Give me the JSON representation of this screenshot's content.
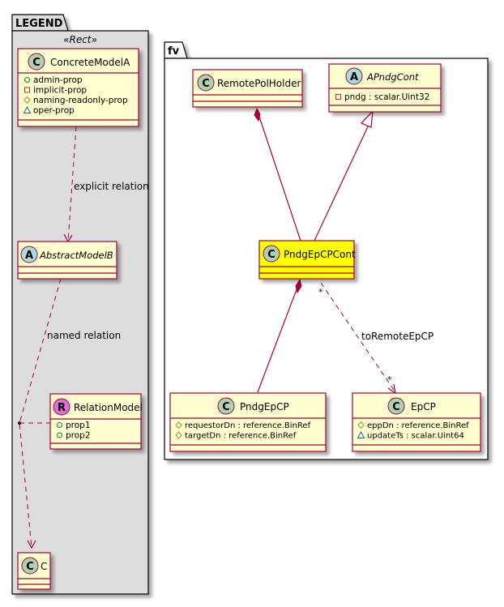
{
  "colors": {
    "border": "#A80036",
    "class_fill": "#FEFECE",
    "highlight_fill": "#FFFF00",
    "legend_fill": "#DDDDDD",
    "package_fill": "#FFFFFF",
    "circle_C": "#ADD1B2",
    "circle_A": "#A9DCDF",
    "circle_R": "#DA70D6",
    "vis_public": "#038048",
    "vis_private": "#C82930",
    "vis_protected": "#B38D22",
    "vis_package": "#1963A0"
  },
  "legend": {
    "package_name": "LEGEND",
    "stereotype": "«Rect»",
    "concrete_model": {
      "badge": "C",
      "name": "ConcreteModelA",
      "attributes": [
        {
          "vis": "public",
          "text": "admin-prop"
        },
        {
          "vis": "private",
          "text": "implicit-prop"
        },
        {
          "vis": "protected",
          "text": "naming-readonly-prop"
        },
        {
          "vis": "package",
          "text": "oper-prop"
        }
      ]
    },
    "abstract_model": {
      "badge": "A",
      "name": "AbstractModelB"
    },
    "relation_model": {
      "badge": "R",
      "name": "RelationModel",
      "attributes": [
        {
          "vis": "public",
          "text": "prop1"
        },
        {
          "vis": "public",
          "text": "prop2"
        }
      ]
    },
    "c_model": {
      "badge": "C",
      "name": "C"
    },
    "explicit_relation_label": "explicit relation",
    "named_relation_label": "named relation"
  },
  "fv": {
    "package_name": "fv",
    "remote_pol_holder": {
      "badge": "C",
      "name": "RemotePolHolder"
    },
    "apndg_cont": {
      "badge": "A",
      "name": "APndgCont",
      "attributes": [
        {
          "vis": "private",
          "text": "pndg : scalar.Uint32"
        }
      ]
    },
    "pndg_epcp_cont": {
      "badge": "C",
      "name": "PndgEpCPCont"
    },
    "pndg_epcp": {
      "badge": "C",
      "name": "PndgEpCP",
      "attributes": [
        {
          "vis": "protected",
          "text": "requestorDn : reference.BinRef"
        },
        {
          "vis": "protected",
          "text": "targetDn : reference.BinRef"
        }
      ]
    },
    "epcp": {
      "badge": "C",
      "name": "EpCP",
      "attributes": [
        {
          "vis": "protected",
          "text": "eppDn : reference.BinRef"
        },
        {
          "vis": "package",
          "text": "updateTs : scalar.Uint64"
        }
      ]
    },
    "to_remote_label": "toRemoteEpCP",
    "mult_source": "*",
    "mult_target": "*"
  }
}
